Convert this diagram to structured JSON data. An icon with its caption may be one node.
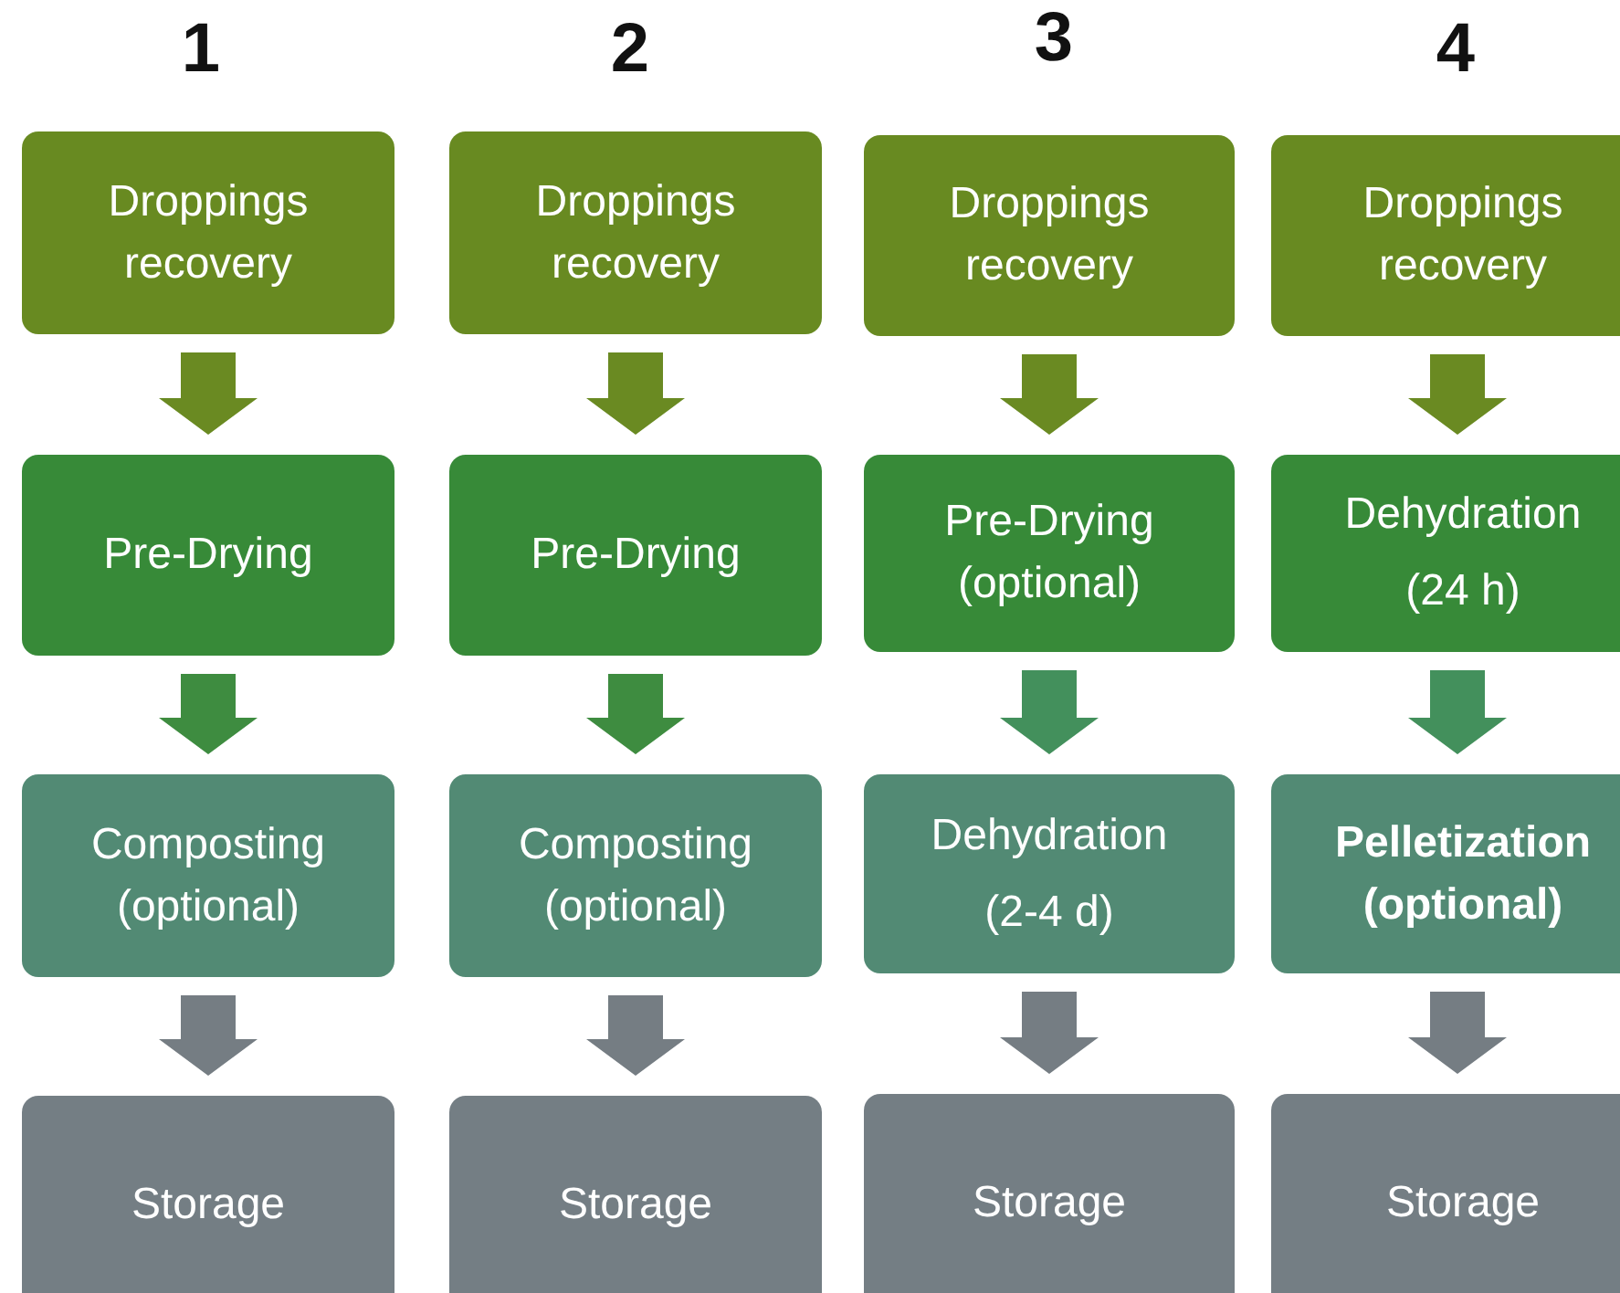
{
  "diagram": {
    "nodes": [
      {
        "text": [
          "Droppings recovery"
        ]
      },
      {
        "text": [
          "Pre-Drying"
        ]
      },
      {
        "text": [
          "Composting (optional)"
        ]
      },
      {
        "text": [
          "Storage"
        ]
      },
      {
        "text": [
          "Droppings recovery"
        ]
      },
      {
        "text": [
          "Pre-Drying"
        ]
      },
      {
        "text": [
          "Composting (optional)"
        ]
      },
      {
        "text": [
          "Storage"
        ]
      },
      {
        "text": [
          "Droppings recovery"
        ]
      },
      {
        "text": [
          "Pre-Drying (optional)"
        ]
      },
      {
        "text": [
          "Dehydration",
          "(2-4 d)"
        ]
      },
      {
        "text": [
          "Storage"
        ]
      },
      {
        "text": [
          "Droppings recovery"
        ]
      },
      {
        "text": [
          "Dehydration",
          "(24 h)"
        ]
      },
      {
        "text": [
          "Pelletization (optional)"
        ]
      },
      {
        "text": [
          "Storage"
        ]
      }
    ],
    "edges": [
      {
        "from": 0,
        "to": 1,
        "arrow": "to",
        "color": "#6a8a22"
      },
      {
        "from": 1,
        "to": 2,
        "arrow": "to",
        "color": "#3e8c40"
      },
      {
        "from": 2,
        "to": 3,
        "arrow": "to",
        "color": "#757d83"
      },
      {
        "from": 4,
        "to": 5,
        "arrow": "to",
        "color": "#6a8a22"
      },
      {
        "from": 5,
        "to": 6,
        "arrow": "to",
        "color": "#3e8c40"
      },
      {
        "from": 6,
        "to": 7,
        "arrow": "to",
        "color": "#757d83"
      },
      {
        "from": 8,
        "to": 9,
        "arrow": "to",
        "color": "#6a8a22"
      },
      {
        "from": 9,
        "to": 10,
        "arrow": "to",
        "color": "#43905c"
      },
      {
        "from": 10,
        "to": 11,
        "arrow": "to",
        "color": "#757d83"
      },
      {
        "from": 12,
        "to": 13,
        "arrow": "to",
        "color": "#6a8a22"
      },
      {
        "from": 13,
        "to": 14,
        "arrow": "to",
        "color": "#43905c"
      },
      {
        "from": 14,
        "to": 15,
        "arrow": "to",
        "color": "#757d83"
      }
    ],
    "labels": [
      "1",
      "2",
      "3",
      "4"
    ]
  }
}
